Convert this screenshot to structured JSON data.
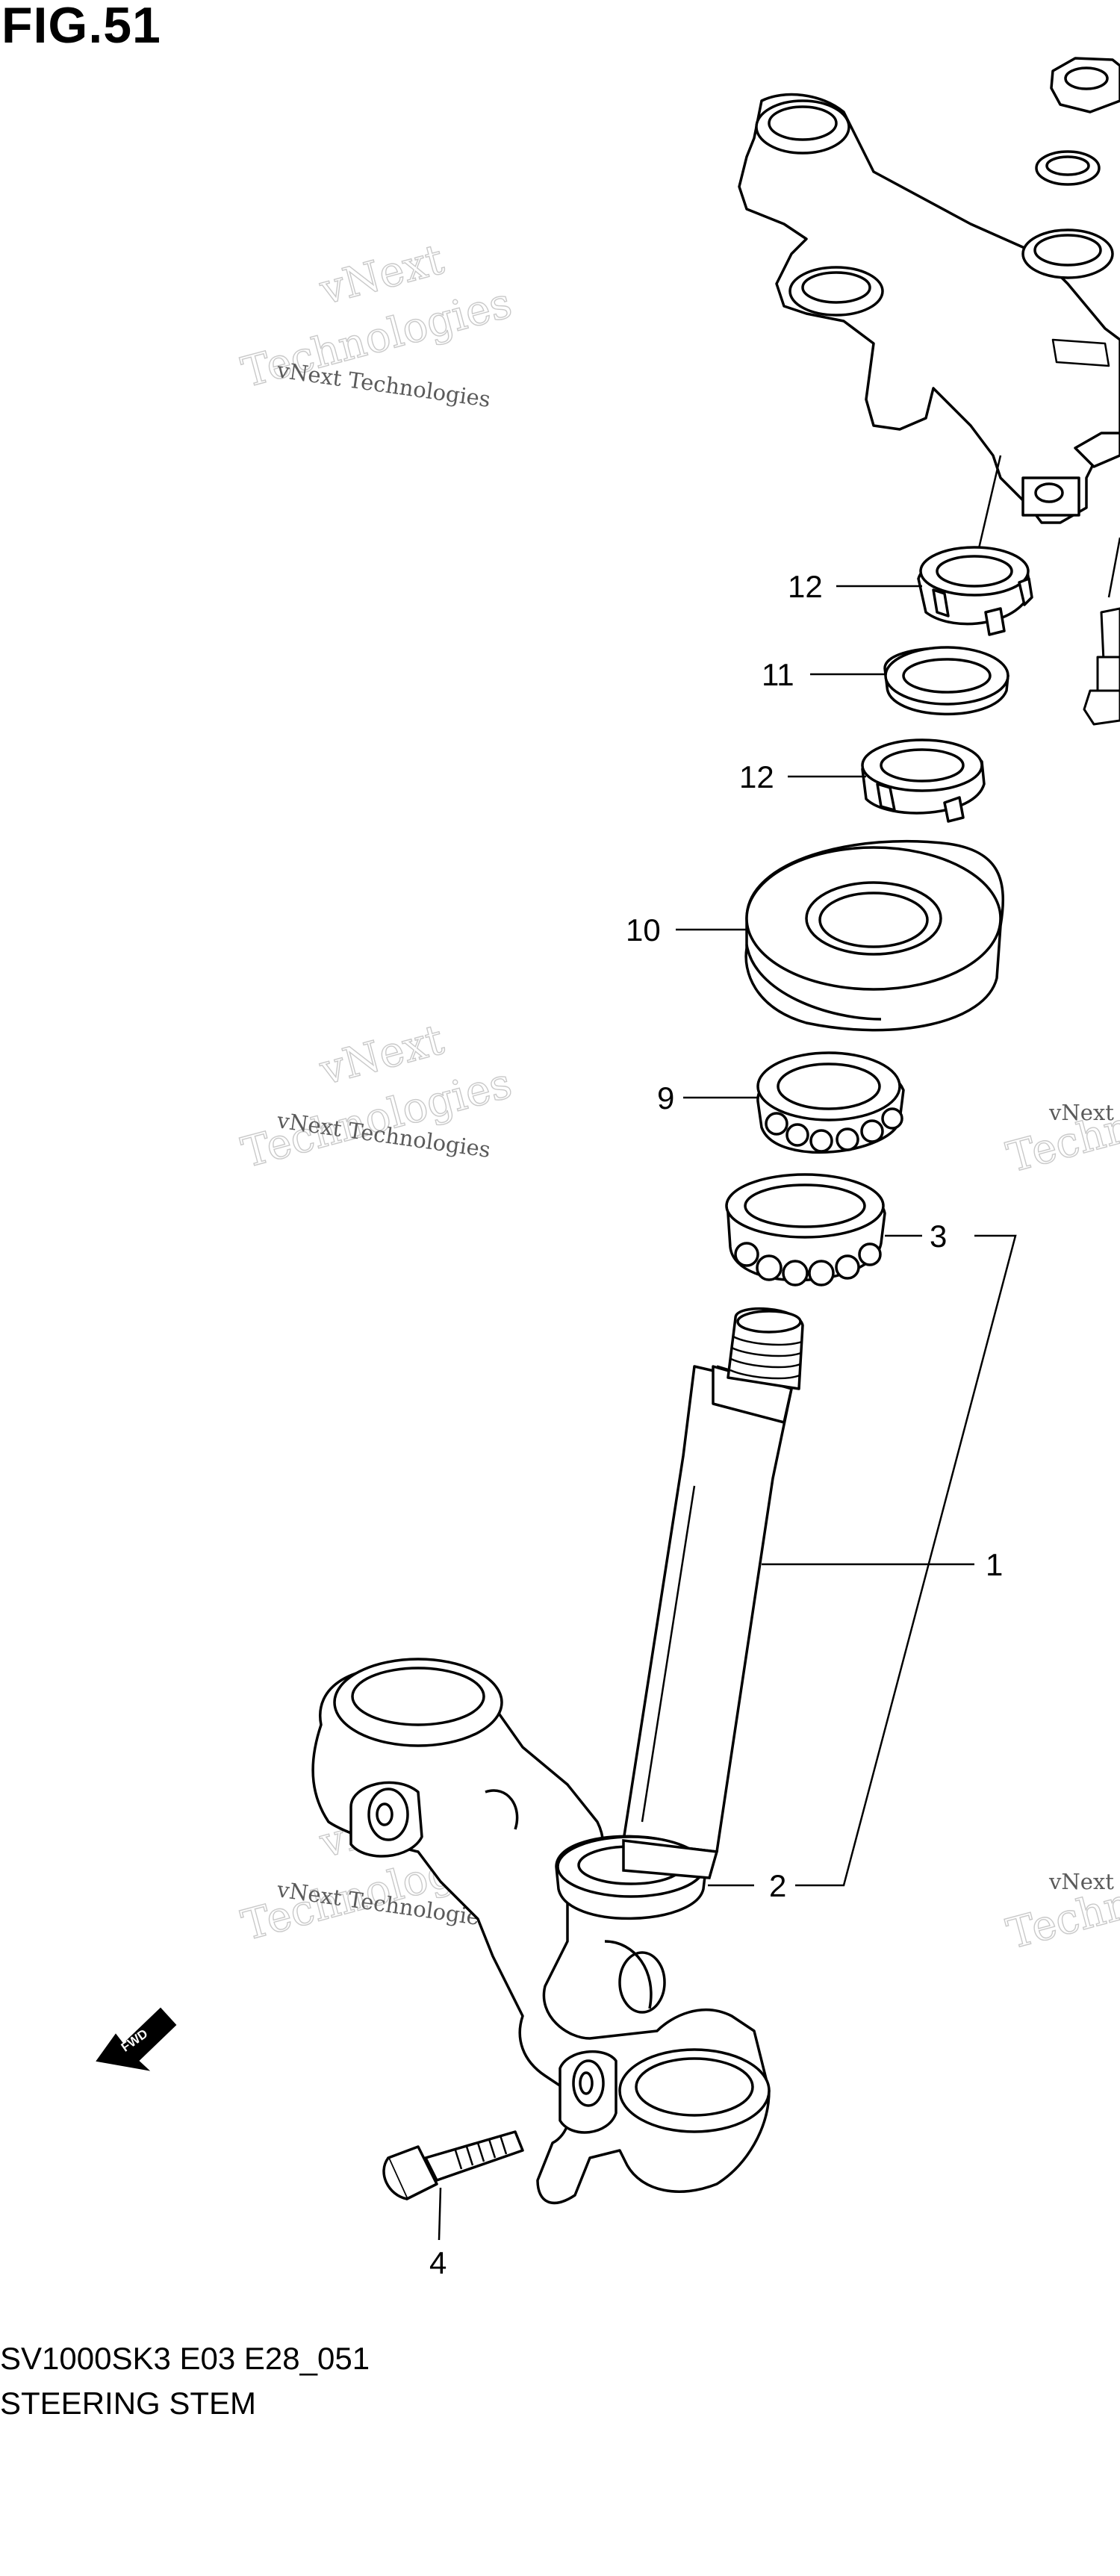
{
  "figure": {
    "title": "FIG.51",
    "model_code": "SV1000SK3 E03 E28_051",
    "assembly_name": "STEERING STEM"
  },
  "callouts": [
    {
      "id": "c12a",
      "label": "12"
    },
    {
      "id": "c11",
      "label": "11"
    },
    {
      "id": "c12b",
      "label": "12"
    },
    {
      "id": "c10",
      "label": "10"
    },
    {
      "id": "c9",
      "label": "9"
    },
    {
      "id": "c3",
      "label": "3"
    },
    {
      "id": "c1",
      "label": "1"
    },
    {
      "id": "c2",
      "label": "2"
    },
    {
      "id": "c4",
      "label": "4"
    }
  ],
  "fwd_label": "FWD",
  "watermark": {
    "brand": "vNext",
    "word": "Technologies",
    "small": "vNext Technologies",
    "small_cut": "vNext"
  }
}
